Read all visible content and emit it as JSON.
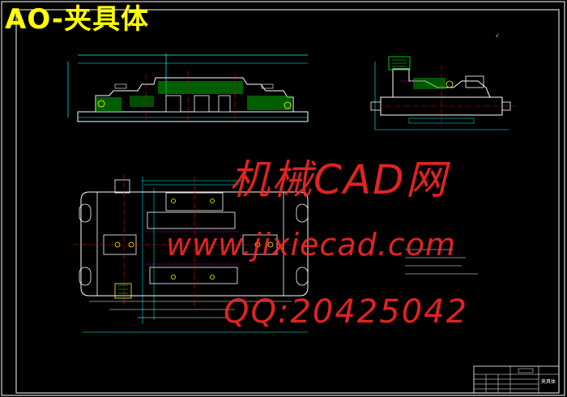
{
  "drawing": {
    "title": "AO-夹具体",
    "colors": {
      "background": "#000000",
      "frame": "#ffffff",
      "outline": "#ffffff",
      "dimension": "#00ffff",
      "centerline": "#ff0000",
      "hatch": "#00ff00",
      "hidden": "#ff00ff",
      "title_text": "#ffff00",
      "watermark": "#ff2828"
    }
  },
  "watermark": {
    "line1": "机械CAD网",
    "line2": "www.jixiecad.com",
    "line3": "QQ:20425042"
  },
  "title_block": {
    "drawing_name": "夹具体"
  }
}
